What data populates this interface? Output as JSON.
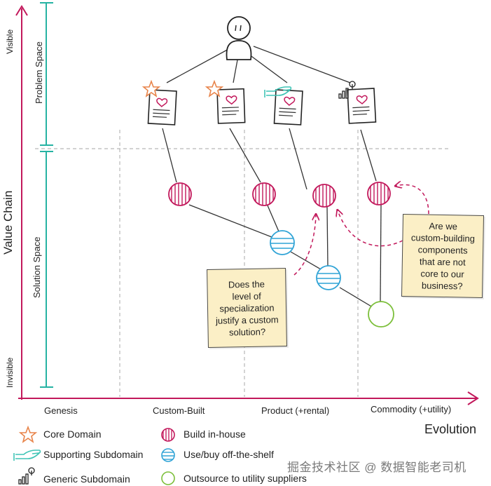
{
  "axes": {
    "y_title": "Value Chain",
    "y_top": "Visible",
    "y_bottom": "Invisible",
    "problem_space": "Problem Space",
    "solution_space": "Solution Space",
    "x_title": "Evolution",
    "x_stages": [
      "Genesis",
      "Custom-Built",
      "Product (+rental)",
      "Commodity (+utility)"
    ]
  },
  "notes": {
    "specialization": "Does the\nlevel of\nspecialization\njustify a custom\nsolution?",
    "custom_building": "Are we\ncustom-building\ncomponents\nthat are not\ncore to our\nbusiness?"
  },
  "legend": {
    "core_domain": "Core Domain",
    "supporting_subdomain": "Supporting Subdomain",
    "generic_subdomain": "Generic Subdomain",
    "build_in_house": "Build in-house",
    "use_buy": "Use/buy off-the-shelf",
    "outsource": "Outsource to utility suppliers"
  },
  "watermark": "掘金技术社区 @ 数据智能老司机",
  "colors": {
    "axis": "#c2185b",
    "space_bracket": "#26b3a3",
    "core": "#e8844a",
    "supporting": "#3ec4b5",
    "build": "#c2185b",
    "buy": "#2fa3d6",
    "outsource": "#7cbf3a",
    "note_bg": "#fbefc6"
  }
}
